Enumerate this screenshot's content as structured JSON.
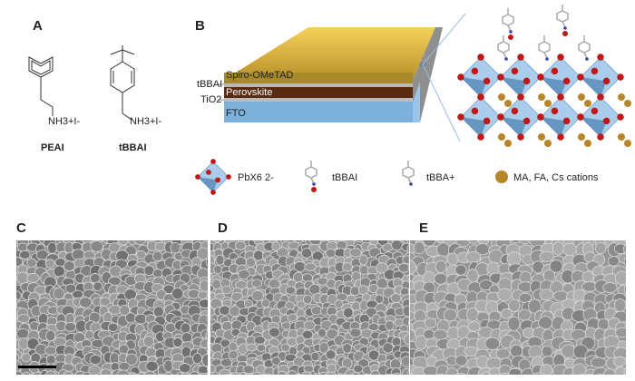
{
  "panels": {
    "a": "A",
    "b": "B",
    "c": "C",
    "d": "D",
    "e": "E"
  },
  "panel_a": {
    "peai": {
      "formula": "NH3+I-",
      "name": "PEAI"
    },
    "tbbai": {
      "formula": "NH3+I-",
      "name": "tBBAI"
    }
  },
  "panel_b": {
    "layers": {
      "spiro": "Spiro-OMeTAD",
      "tbbai": "tBBAI",
      "perovskite": "Perovskite",
      "tio2": "TiO2",
      "fto": "FTO"
    },
    "legend": {
      "octahedron": "PbX6 2-",
      "tbbai": "tBBAI",
      "tbba_plus": "tBBA+",
      "cations": "MA, FA, Cs cations"
    }
  },
  "colors": {
    "spiro": "#c9a233",
    "perovskite": "#5a2a10",
    "fto": "#7eb0dc",
    "octahedron": "#a9cdea",
    "oxygen": "#c01818",
    "cation": "#b8862a"
  }
}
